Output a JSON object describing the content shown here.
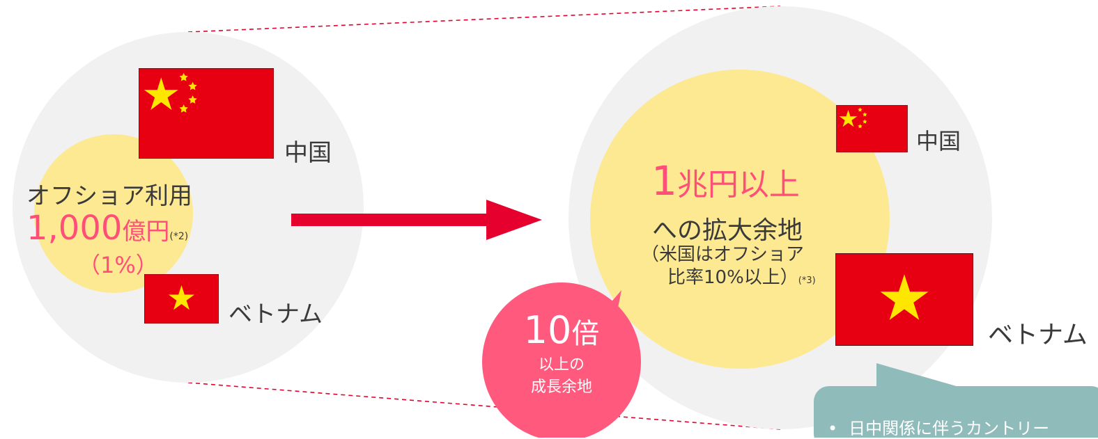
{
  "colors": {
    "circle_gray": "#f1f1f1",
    "circle_yellow": "#fde992",
    "accent_pink": "#ff4f79",
    "arrow_red": "#e5002d",
    "flag_red": "#e60012",
    "flag_star": "#ffe600",
    "callout_teal": "#8fbbbb",
    "dash_red": "#e5002d"
  },
  "left": {
    "country_china": "中国",
    "country_vietnam": "ベトナム",
    "offshore_label": "オフショア利用",
    "amount_number": "1,000",
    "amount_unit": "億円",
    "amount_note": "(*2)",
    "share_pct": "（1%）"
  },
  "right": {
    "country_china": "中国",
    "country_vietnam": "ベトナム",
    "headline_number": "1",
    "headline_text": "兆円以上",
    "subline": "への拡大余地",
    "note_line1": "（米国はオフショア",
    "note_line2": "比率10%以上）",
    "note_ref": "(*3)"
  },
  "badge": {
    "big_number": "10",
    "big_unit": "倍",
    "line1": "以上の",
    "line2": "成長余地"
  },
  "callout": {
    "bullet": "•",
    "text": "日中関係に伴うカントリー"
  },
  "icons": {
    "china_flag": "china-flag-icon",
    "vietnam_flag": "vietnam-flag-icon",
    "arrow": "right-arrow-icon"
  }
}
